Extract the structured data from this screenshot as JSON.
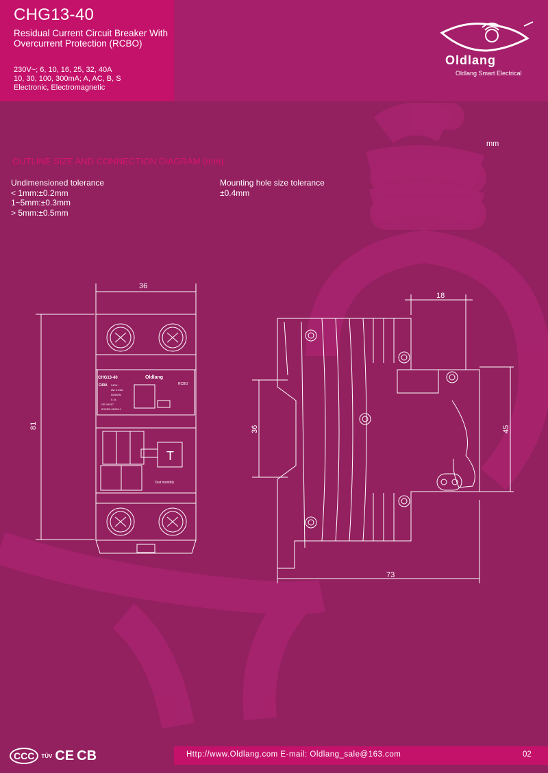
{
  "header": {
    "title": "CHG13-40",
    "subtitle": "Residual Current Circuit Breaker With Overcurrent Protection (RCBO)",
    "specs": [
      "230V~;  6, 10, 16, 25, 32, 40A",
      "10, 30, 100, 300mA;  A, AC, B, S",
      "Electronic, Electromagnetic"
    ]
  },
  "brand": {
    "name": "Oldlang",
    "tagline": "Oldlang Smart Electrical"
  },
  "section": {
    "unit": "mm",
    "title": "OUTLINE SIZE AND CONNECTION DIAGRAM (mm)"
  },
  "tolerance": {
    "left_title": "Undimensioned tolerance",
    "left_lines": [
      "< 1mm:±0.2mm",
      "1~5mm:±0.3mm",
      "> 5mm:±0.5mm"
    ],
    "right_title": "Mounting hole size tolerance",
    "right_line": "±0.4mm"
  },
  "front_view": {
    "dim_width": "36",
    "dim_height": "81",
    "model": "CHG13-40",
    "logo": "Oldlang",
    "type": "RCBO",
    "rating": "C40A",
    "voltage": "240V~",
    "idn": "I∆n 0.03A",
    "freq": "50/60Hz",
    "time": "0.1s",
    "std1": "GB 16917",
    "std2": "IEC/EN 61009-1",
    "test_button": "T",
    "test_text": "Test monthly"
  },
  "side_view": {
    "dim_top": "18",
    "dim_left": "36",
    "dim_right": "45",
    "dim_bottom": "73"
  },
  "footer": {
    "contact": "Http://www.Oldlang.com   E-mail: Oldlang_sale@163.com",
    "page": "02",
    "certs": [
      "CCC",
      "TÜV",
      "CE",
      "CB"
    ]
  }
}
